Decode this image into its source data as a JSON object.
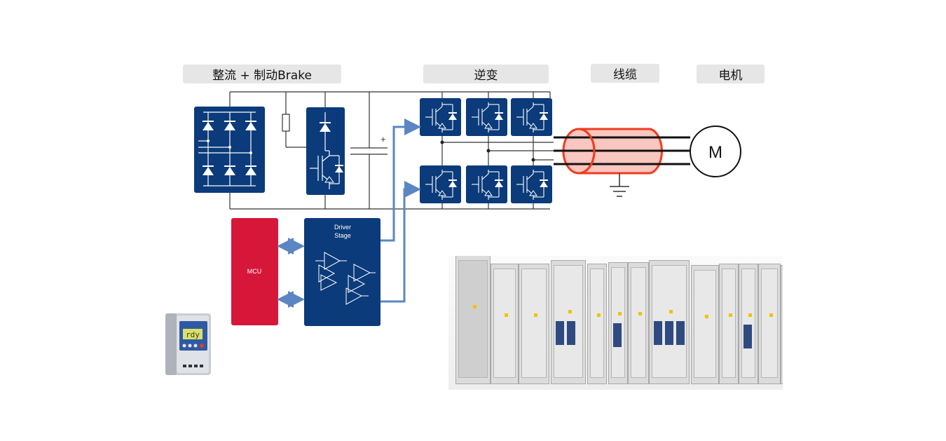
{
  "labels": {
    "rectifier": "整流 + 制动Brake",
    "inverter": "逆变",
    "cable": "线缆",
    "motor": "电机"
  },
  "blocks": {
    "driver_line1": "Driver",
    "driver_line2": "Stage",
    "mcu": "MCU",
    "motor_symbol": "M",
    "capacitor_polarity": "+"
  },
  "drive_display": "rdy",
  "colors": {
    "module_blue": "#0b3b7a",
    "mcu_red": "#d6173a",
    "cable_red": "#f03c1e",
    "cable_fill": "#f9c6c0",
    "arrow_blue": "#5b86c4",
    "wire": "#333333",
    "label_bg": "#e6e6e6"
  }
}
